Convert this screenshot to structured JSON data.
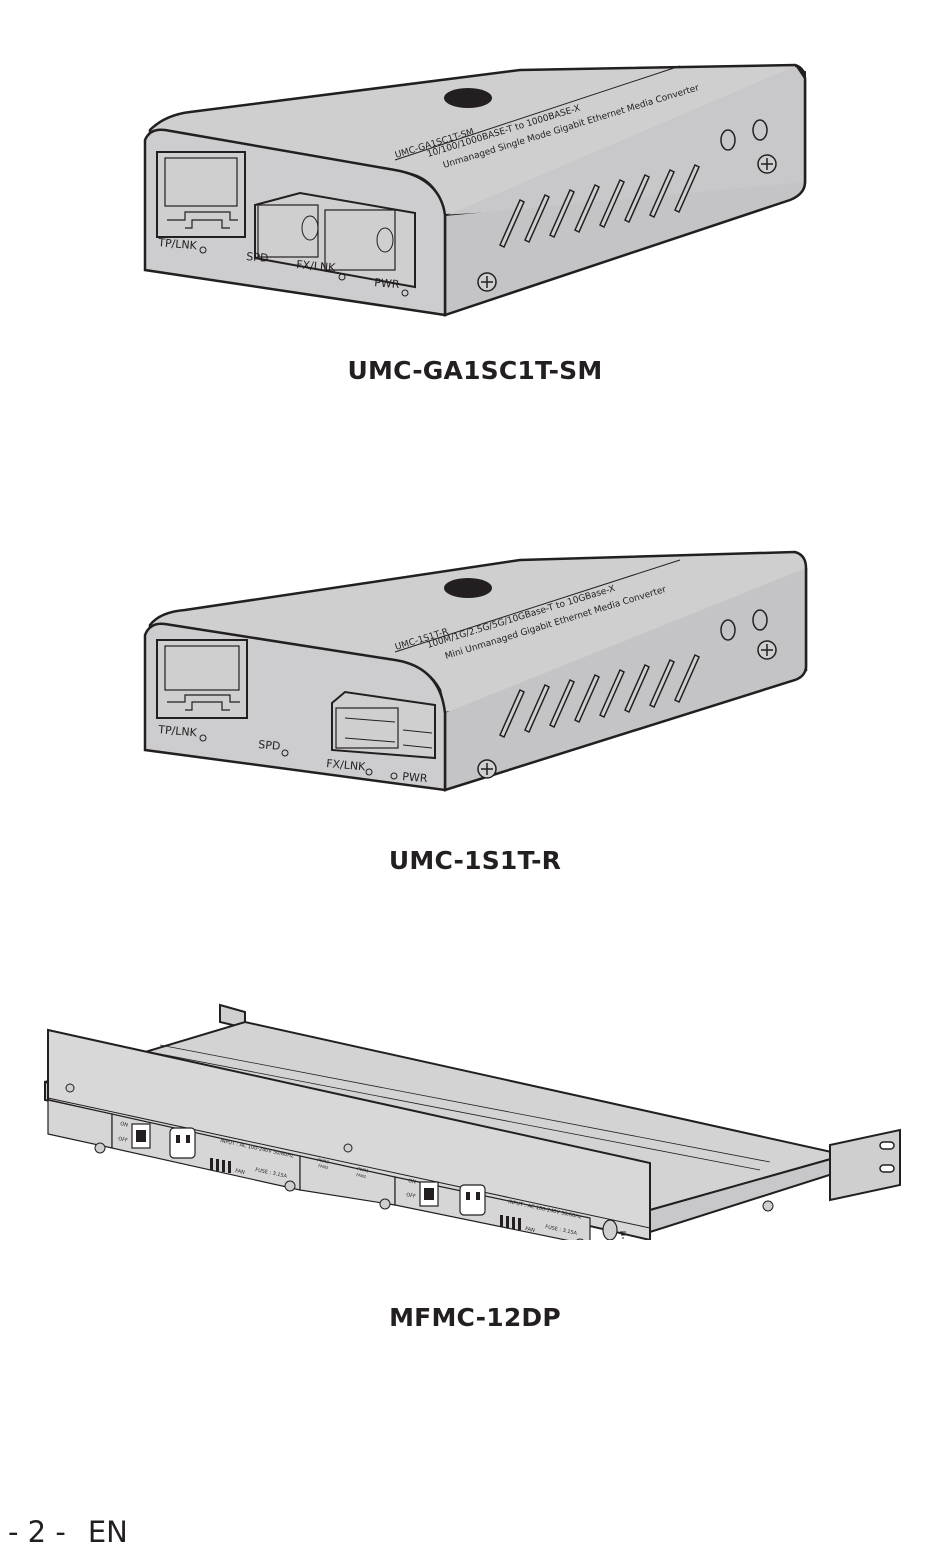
{
  "devices": [
    {
      "model": "UMC-GA1SC1T-SM",
      "panel_lines": [
        "UMC-GA1SC1T-SM",
        "10/100/1000BASE-T to 1000BASE-X",
        "Unmanaged Single Mode Gigabit Ethernet Media Converter"
      ],
      "port_labels": {
        "tp": "TP/LNK",
        "spd": "SPD",
        "fx": "FX/LNK",
        "pwr": "PWR"
      }
    },
    {
      "model": "UMC-1S1T-R",
      "panel_lines": [
        "UMC-1S1T-R",
        "100M/1G/2.5G/5G/10GBase-T to 10GBase-X",
        "Mini Unmanaged Gigabit Ethernet Media Converter"
      ],
      "port_labels": {
        "tp": "TP/LNK",
        "spd": "SPD",
        "fx": "FX/LNK",
        "pwr": "PWR"
      }
    },
    {
      "model": "MFMC-12DP",
      "rear_labels": {
        "on": "ON",
        "off": "OFF",
        "input": "INPUT : AC 100-240V 50/60Hz",
        "fan": "FAN",
        "fuse": "FUSE : 3.15A",
        "pwr1": "PWR1",
        "pwr2": "PWR2",
        "fan1": "FAN1",
        "fan2": "FAN2"
      }
    }
  ],
  "footer": {
    "page": "- 2 -",
    "language": "EN"
  }
}
